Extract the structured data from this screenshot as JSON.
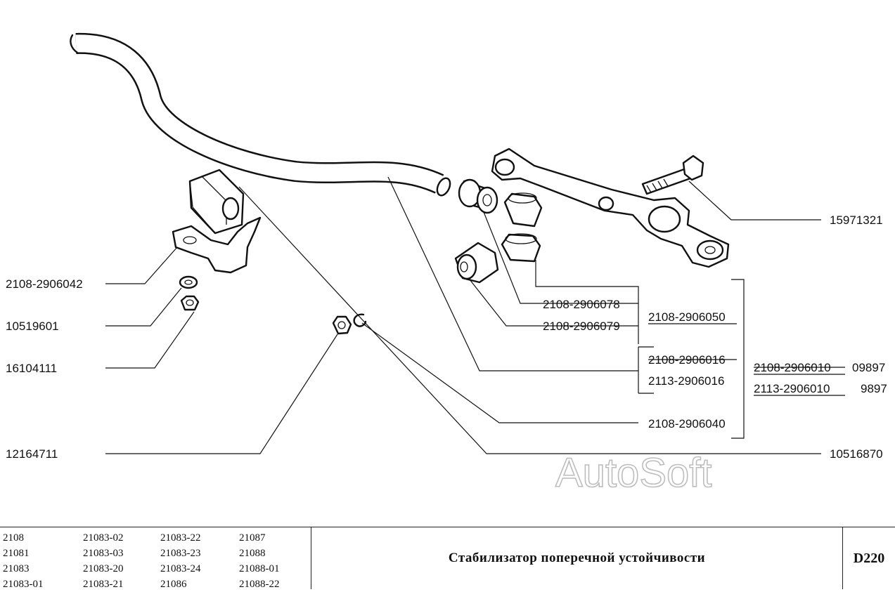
{
  "labels": {
    "l_2906042": "2108-2906042",
    "l_10519601": "10519601",
    "l_16104111": "16104111",
    "l_12164711": "12164711",
    "l_15971321": "15971321",
    "l_2906078": "2108-2906078",
    "l_2906079": "2108-2906079",
    "l_2906050": "2108-2906050",
    "l_2108_2906016": "2108-2906016",
    "l_2113_2906016": "2113-2906016",
    "l_2906040": "2108-2906040",
    "l_10516870": "10516870",
    "l_2108_2906010": "2108-2906010",
    "l_09897": "09897",
    "l_2113_2906010": "2113-2906010",
    "l_9897": "9897"
  },
  "watermark": "AutoSoft",
  "models": {
    "col1": [
      "2108",
      "21081",
      "21083",
      "21083-01"
    ],
    "col2": [
      "21083-02",
      "21083-03",
      "21083-20",
      "21083-21"
    ],
    "col3": [
      "21083-22",
      "21083-23",
      "21083-24",
      "21086"
    ],
    "col4": [
      "21087",
      "21088",
      "21088-01",
      "21088-22"
    ]
  },
  "title": "Стабилизатор поперечной устойчивости",
  "code": "D220"
}
